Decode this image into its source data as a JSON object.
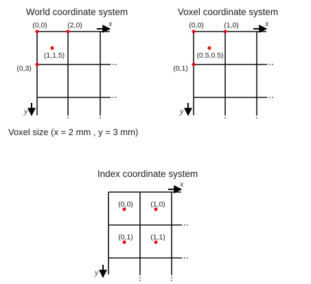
{
  "panels": {
    "world": {
      "title": "World coordinate system",
      "labels": {
        "origin": "(0,0)",
        "top_right": "(2,0)",
        "point": "(1,1.5)",
        "left": "(0,3)",
        "x_axis": "x",
        "y_axis": "y"
      }
    },
    "voxel": {
      "title": "Voxel coordinate system",
      "labels": {
        "origin": "(0,0)",
        "top_right": "(1,0)",
        "point": "(0.5,0.5)",
        "left": "(0,1)",
        "x_axis": "x",
        "y_axis": "y"
      }
    },
    "index": {
      "title": "Index coordinate system",
      "labels": {
        "cell_00": "(0,0)",
        "cell_10": "(1,0)",
        "cell_01": "(0,1)",
        "cell_11": "(1,1)",
        "x_axis": "x",
        "y_axis": "y"
      }
    }
  },
  "voxel_size_note": "Voxel size (x = 2 mm , y = 3 mm)",
  "colors": {
    "point": "#e0141b",
    "line": "#111111"
  }
}
